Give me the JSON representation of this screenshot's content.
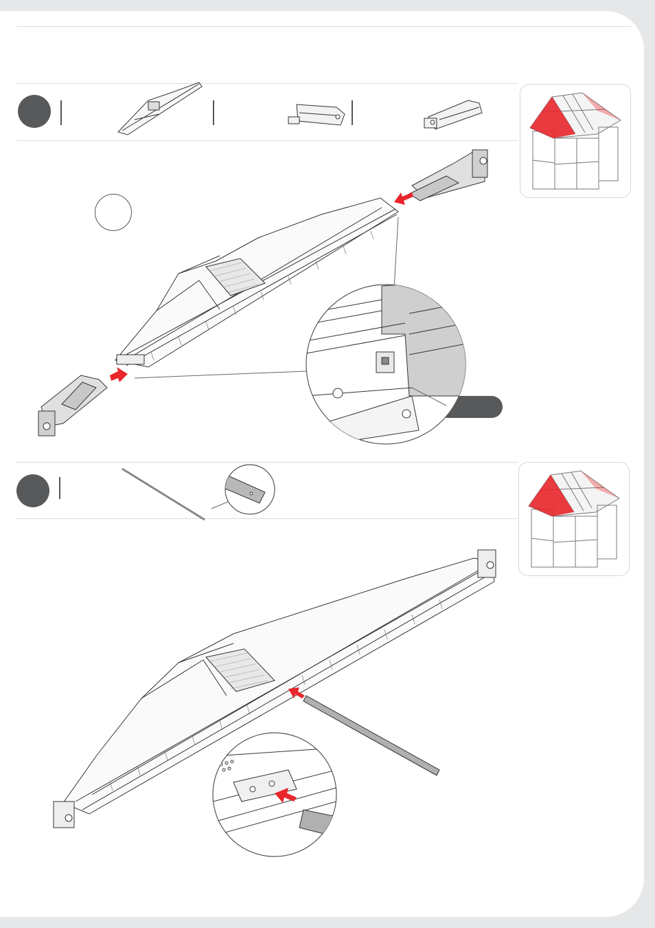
{
  "steps": [
    {
      "parts": [
        "roof-truss",
        "end-bracket",
        "end-bracket-reverse"
      ],
      "highlight": "roof-gable"
    },
    {
      "parts": [
        "steel-rod",
        "bar-end-detail"
      ],
      "highlight": "roof-gable"
    }
  ],
  "colors": {
    "accent": "#e8262b",
    "badge": "#58595b",
    "line": "#333333",
    "page": "#ffffff",
    "background": "#e6e7e8"
  }
}
